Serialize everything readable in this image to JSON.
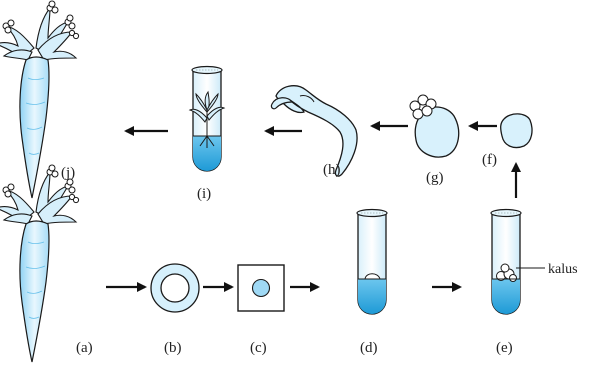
{
  "diagram": {
    "title": "",
    "stages": [
      {
        "id": "a",
        "label": "(a)",
        "depicts": "carrot-plant"
      },
      {
        "id": "b",
        "label": "(b)",
        "depicts": "isolated-cell"
      },
      {
        "id": "c",
        "label": "(c)",
        "depicts": "protoplast"
      },
      {
        "id": "d",
        "label": "(d)",
        "depicts": "culture-tube"
      },
      {
        "id": "e",
        "label": "(e)",
        "depicts": "culture-tube-with-callus"
      },
      {
        "id": "f",
        "label": "(f)",
        "depicts": "cell-mass"
      },
      {
        "id": "g",
        "label": "(g)",
        "depicts": "globular-embryo"
      },
      {
        "id": "h",
        "label": "(h)",
        "depicts": "elongated-embryo"
      },
      {
        "id": "i",
        "label": "(i)",
        "depicts": "tube-with-plantlet"
      },
      {
        "id": "j",
        "label": "(j)",
        "depicts": "carrot-plant"
      }
    ],
    "callout": "kalus",
    "flow": [
      "a",
      "b",
      "c",
      "d",
      "e",
      "f",
      "g",
      "h",
      "i",
      "j"
    ]
  },
  "colors": {
    "medium": "#2aa6e0",
    "medium_light": "#9fd9f5",
    "carrot": "#bfe6fa",
    "outline": "#1a1a1a",
    "leaf": "#7fcdf0"
  }
}
